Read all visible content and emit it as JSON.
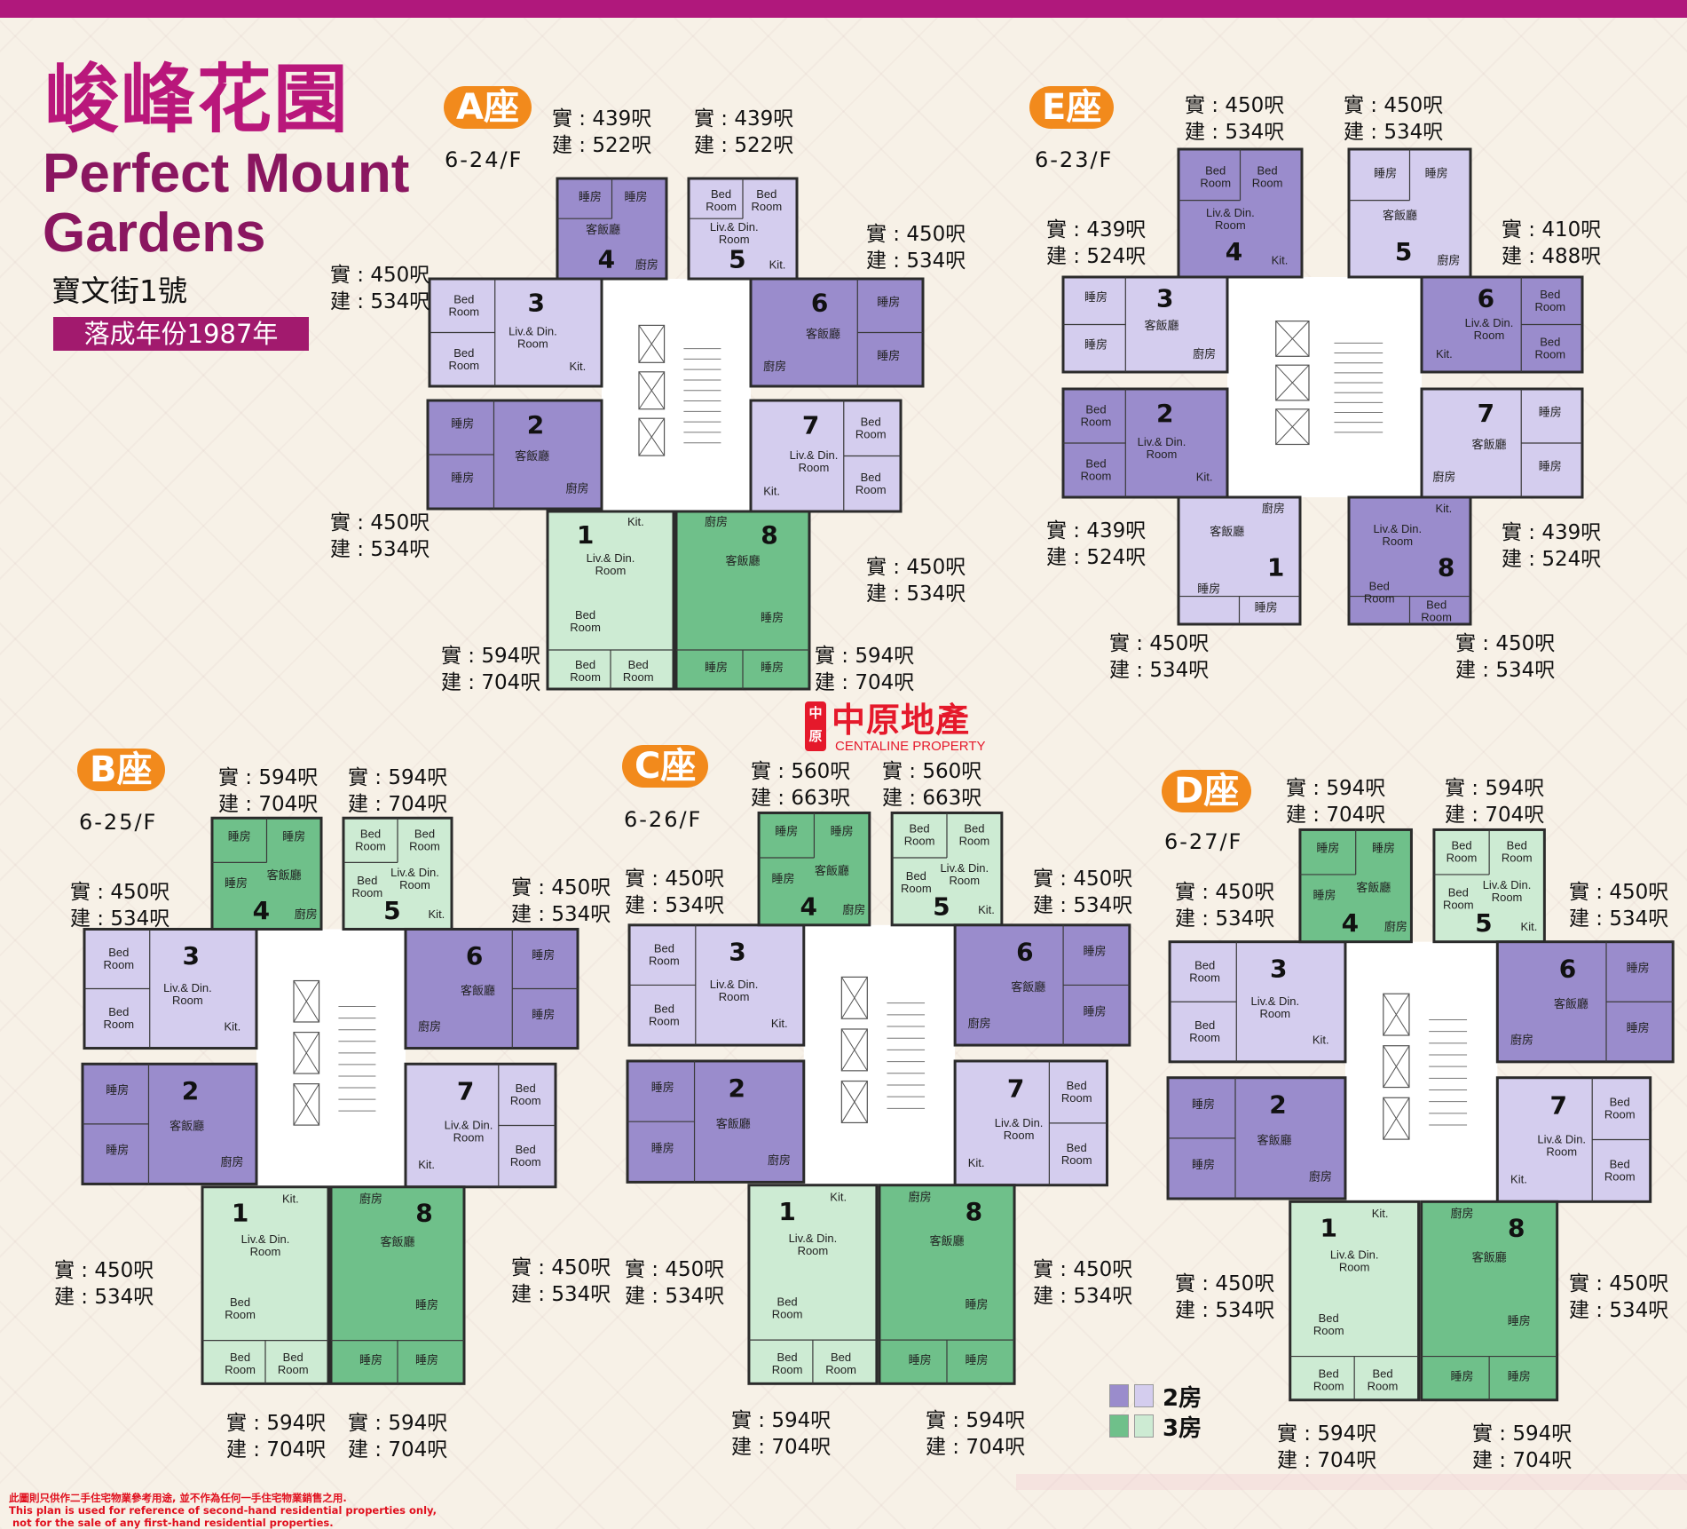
{
  "header": {
    "title_cn": "峻峰花園",
    "title_en_line1": "Perfect Mount",
    "title_en_line2": "Gardens",
    "address": "寶文街1號",
    "completion": "落成年份1987年"
  },
  "colors": {
    "brand": "#b0187c",
    "badge": "#f28a1c",
    "two_bed_dark": "#9a8ccc",
    "two_bed_light": "#d4cdee",
    "three_bed_dark": "#6fc08a",
    "three_bed_light": "#cdebd3",
    "core": "#ffffff"
  },
  "logo": {
    "cn": "中原地產",
    "en": "CENTALINE PROPERTY",
    "mark": "中原"
  },
  "legend": [
    {
      "label": "2房",
      "dark": "#9a8ccc",
      "light": "#d4cdee"
    },
    {
      "label": "3房",
      "dark": "#6fc08a",
      "light": "#cdebd3"
    }
  ],
  "disclaimer": {
    "cn": "此圖則只供作二手住宅物業參考用途, 並不作為任何一手住宅物業銷售之用.",
    "en1": "This plan is used for reference of second-hand residential properties only,",
    "en2": "not for the sale of any first-hand residential properties."
  },
  "blocks": [
    {
      "id": "A",
      "badge": "A座",
      "floors": "6-24/F",
      "layout": "cross",
      "units": [
        {
          "no": "1",
          "type": "3房",
          "shade": "light",
          "rooms": [
            "Liv.& Din. Room",
            "Bed Room",
            "Bed Room",
            "Bed Room",
            "Kit."
          ]
        },
        {
          "no": "2",
          "type": "2房",
          "shade": "dark",
          "rooms": [
            "睡房",
            "睡房",
            "客飯廳",
            "廚房"
          ]
        },
        {
          "no": "3",
          "type": "2房",
          "shade": "light",
          "rooms": [
            "Bed Room",
            "Bed Room",
            "Liv.& Din. Room",
            "Kit."
          ]
        },
        {
          "no": "4",
          "type": "2房",
          "shade": "dark",
          "rooms": [
            "睡房",
            "睡房",
            "客飯廳",
            "廚房"
          ]
        },
        {
          "no": "5",
          "type": "2房",
          "shade": "light",
          "rooms": [
            "Bed Room",
            "Bed Room",
            "Liv.& Din. Room",
            "Kit."
          ]
        },
        {
          "no": "6",
          "type": "2房",
          "shade": "dark",
          "rooms": [
            "睡房",
            "睡房",
            "客飯廳",
            "廚房"
          ]
        },
        {
          "no": "7",
          "type": "2房",
          "shade": "light",
          "rooms": [
            "Bed Room",
            "Bed Room",
            "Liv.& Din. Room",
            "Kit."
          ]
        },
        {
          "no": "8",
          "type": "3房",
          "shade": "dark",
          "rooms": [
            "客飯廳",
            "睡房",
            "睡房",
            "睡房",
            "廚房"
          ]
        }
      ],
      "areas": [
        {
          "saleable": "實 : 594呎",
          "gross": "建 : 704呎"
        },
        {
          "saleable": "實 : 450呎",
          "gross": "建 : 534呎"
        },
        {
          "saleable": "實 : 450呎",
          "gross": "建 : 534呎"
        },
        {
          "saleable": "實 : 439呎",
          "gross": "建 : 522呎"
        },
        {
          "saleable": "實 : 439呎",
          "gross": "建 : 522呎"
        },
        {
          "saleable": "實 : 450呎",
          "gross": "建 : 534呎"
        },
        {
          "saleable": "實 : 450呎",
          "gross": "建 : 534呎"
        },
        {
          "saleable": "實 : 594呎",
          "gross": "建 : 704呎"
        }
      ]
    },
    {
      "id": "E",
      "badge": "E座",
      "floors": "6-23/F",
      "layout": "pinwheel",
      "units": [
        {
          "no": "1",
          "type": "2房",
          "shade": "light",
          "rooms": [
            "客飯廳",
            "睡房",
            "睡房",
            "廚房"
          ]
        },
        {
          "no": "2",
          "type": "2房",
          "shade": "dark",
          "rooms": [
            "Bed Room",
            "Bed Room",
            "Liv.& Din. Room",
            "Kit."
          ]
        },
        {
          "no": "3",
          "type": "2房",
          "shade": "light",
          "rooms": [
            "睡房",
            "睡房",
            "客飯廳",
            "廚房"
          ]
        },
        {
          "no": "4",
          "type": "2房",
          "shade": "dark",
          "rooms": [
            "Bed Room",
            "Bed Room",
            "Liv.& Din. Room",
            "Kit."
          ]
        },
        {
          "no": "5",
          "type": "2房",
          "shade": "light",
          "rooms": [
            "睡房",
            "睡房",
            "客飯廳",
            "廚房"
          ]
        },
        {
          "no": "6",
          "type": "2房",
          "shade": "dark",
          "rooms": [
            "Bed Room",
            "Bed Room",
            "Liv.& Din. Room",
            "Kit."
          ]
        },
        {
          "no": "7",
          "type": "2房",
          "shade": "light",
          "rooms": [
            "睡房",
            "睡房",
            "客飯廳",
            "廚房"
          ]
        },
        {
          "no": "8",
          "type": "2房",
          "shade": "dark",
          "rooms": [
            "Liv.& Din. Room",
            "Bed Room",
            "Bed Room",
            "Kit."
          ]
        }
      ],
      "areas": [
        {
          "saleable": "實 : 450呎",
          "gross": "建 : 534呎"
        },
        {
          "saleable": "實 : 439呎",
          "gross": "建 : 524呎"
        },
        {
          "saleable": "實 : 439呎",
          "gross": "建 : 524呎"
        },
        {
          "saleable": "實 : 450呎",
          "gross": "建 : 534呎"
        },
        {
          "saleable": "實 : 450呎",
          "gross": "建 : 534呎"
        },
        {
          "saleable": "實 : 410呎",
          "gross": "建 : 488呎"
        },
        {
          "saleable": "實 : 439呎",
          "gross": "建 : 524呎"
        },
        {
          "saleable": "實 : 450呎",
          "gross": "建 : 534呎"
        }
      ]
    },
    {
      "id": "B",
      "badge": "B座",
      "floors": "6-25/F",
      "layout": "cross",
      "units": [
        {
          "no": "1",
          "type": "3房",
          "shade": "light",
          "rooms": [
            "Liv.& Din. Room",
            "Bed Room",
            "Bed Room",
            "Bed Room",
            "Kit."
          ]
        },
        {
          "no": "2",
          "type": "2房",
          "shade": "dark",
          "rooms": [
            "睡房",
            "睡房",
            "客飯廳",
            "廚房"
          ]
        },
        {
          "no": "3",
          "type": "2房",
          "shade": "light",
          "rooms": [
            "Bed Room",
            "Bed Room",
            "Liv.& Din. Room",
            "Kit."
          ]
        },
        {
          "no": "4",
          "type": "3房",
          "shade": "dark",
          "rooms": [
            "睡房",
            "睡房",
            "睡房",
            "客飯廳",
            "廚房"
          ]
        },
        {
          "no": "5",
          "type": "3房",
          "shade": "light",
          "rooms": [
            "Bed Room",
            "Bed Room",
            "Bed Room",
            "Liv.& Din. Room",
            "Kit."
          ]
        },
        {
          "no": "6",
          "type": "2房",
          "shade": "dark",
          "rooms": [
            "睡房",
            "睡房",
            "客飯廳",
            "廚房"
          ]
        },
        {
          "no": "7",
          "type": "2房",
          "shade": "light",
          "rooms": [
            "Bed Room",
            "Bed Room",
            "Liv.& Din. Room",
            "Kit."
          ]
        },
        {
          "no": "8",
          "type": "3房",
          "shade": "dark",
          "rooms": [
            "客飯廳",
            "睡房",
            "睡房",
            "睡房",
            "廚房"
          ]
        }
      ],
      "areas": [
        {
          "saleable": "實 : 594呎",
          "gross": "建 : 704呎"
        },
        {
          "saleable": "實 : 450呎",
          "gross": "建 : 534呎"
        },
        {
          "saleable": "實 : 450呎",
          "gross": "建 : 534呎"
        },
        {
          "saleable": "實 : 594呎",
          "gross": "建 : 704呎"
        },
        {
          "saleable": "實 : 594呎",
          "gross": "建 : 704呎"
        },
        {
          "saleable": "實 : 450呎",
          "gross": "建 : 534呎"
        },
        {
          "saleable": "實 : 450呎",
          "gross": "建 : 534呎"
        },
        {
          "saleable": "實 : 594呎",
          "gross": "建 : 704呎"
        }
      ]
    },
    {
      "id": "C",
      "badge": "C座",
      "floors": "6-26/F",
      "layout": "cross",
      "units": [
        {
          "no": "1",
          "type": "3房",
          "shade": "light",
          "rooms": [
            "Liv.& Din. Room",
            "Bed Room",
            "Bed Room",
            "Bed Room",
            "Kit."
          ]
        },
        {
          "no": "2",
          "type": "2房",
          "shade": "dark",
          "rooms": [
            "睡房",
            "睡房",
            "客飯廳",
            "廚房"
          ]
        },
        {
          "no": "3",
          "type": "2房",
          "shade": "light",
          "rooms": [
            "Bed Room",
            "Bed Room",
            "Liv.& Din. Room",
            "Kit."
          ]
        },
        {
          "no": "4",
          "type": "3房",
          "shade": "dark",
          "rooms": [
            "睡房",
            "睡房",
            "睡房",
            "客飯廳",
            "廚房"
          ]
        },
        {
          "no": "5",
          "type": "3房",
          "shade": "light",
          "rooms": [
            "Bed Room",
            "Bed Room",
            "Bed Room",
            "Liv.& Din. Room",
            "Kit."
          ]
        },
        {
          "no": "6",
          "type": "2房",
          "shade": "dark",
          "rooms": [
            "睡房",
            "睡房",
            "客飯廳",
            "廚房"
          ]
        },
        {
          "no": "7",
          "type": "2房",
          "shade": "light",
          "rooms": [
            "Bed Room",
            "Bed Room",
            "Liv.& Din. Room",
            "Kit."
          ]
        },
        {
          "no": "8",
          "type": "3房",
          "shade": "dark",
          "rooms": [
            "客飯廳",
            "睡房",
            "睡房",
            "睡房",
            "廚房"
          ]
        }
      ],
      "areas": [
        {
          "saleable": "實 : 594呎",
          "gross": "建 : 704呎"
        },
        {
          "saleable": "實 : 450呎",
          "gross": "建 : 534呎"
        },
        {
          "saleable": "實 : 450呎",
          "gross": "建 : 534呎"
        },
        {
          "saleable": "實 : 560呎",
          "gross": "建 : 663呎"
        },
        {
          "saleable": "實 : 560呎",
          "gross": "建 : 663呎"
        },
        {
          "saleable": "實 : 450呎",
          "gross": "建 : 534呎"
        },
        {
          "saleable": "實 : 450呎",
          "gross": "建 : 534呎"
        },
        {
          "saleable": "實 : 594呎",
          "gross": "建 : 704呎"
        }
      ]
    },
    {
      "id": "D",
      "badge": "D座",
      "floors": "6-27/F",
      "layout": "cross",
      "units": [
        {
          "no": "1",
          "type": "3房",
          "shade": "light",
          "rooms": [
            "Liv.& Din. Room",
            "Bed Room",
            "Bed Room",
            "Bed Room",
            "Kit."
          ]
        },
        {
          "no": "2",
          "type": "2房",
          "shade": "dark",
          "rooms": [
            "睡房",
            "睡房",
            "客飯廳",
            "廚房"
          ]
        },
        {
          "no": "3",
          "type": "2房",
          "shade": "light",
          "rooms": [
            "Bed Room",
            "Bed Room",
            "Liv.& Din. Room",
            "Kit."
          ]
        },
        {
          "no": "4",
          "type": "3房",
          "shade": "dark",
          "rooms": [
            "睡房",
            "睡房",
            "睡房",
            "客飯廳",
            "廚房"
          ]
        },
        {
          "no": "5",
          "type": "3房",
          "shade": "light",
          "rooms": [
            "Bed Room",
            "Bed Room",
            "Bed Room",
            "Liv.& Din. Room",
            "Kit."
          ]
        },
        {
          "no": "6",
          "type": "2房",
          "shade": "dark",
          "rooms": [
            "睡房",
            "睡房",
            "客飯廳",
            "廚房"
          ]
        },
        {
          "no": "7",
          "type": "2房",
          "shade": "light",
          "rooms": [
            "Bed Room",
            "Bed Room",
            "Liv.& Din. Room",
            "Kit."
          ]
        },
        {
          "no": "8",
          "type": "3房",
          "shade": "dark",
          "rooms": [
            "客飯廳",
            "睡房",
            "睡房",
            "睡房",
            "廚房"
          ]
        }
      ],
      "areas": [
        {
          "saleable": "實 : 594呎",
          "gross": "建 : 704呎"
        },
        {
          "saleable": "實 : 450呎",
          "gross": "建 : 534呎"
        },
        {
          "saleable": "實 : 450呎",
          "gross": "建 : 534呎"
        },
        {
          "saleable": "實 : 594呎",
          "gross": "建 : 704呎"
        },
        {
          "saleable": "實 : 594呎",
          "gross": "建 : 704呎"
        },
        {
          "saleable": "實 : 450呎",
          "gross": "建 : 534呎"
        },
        {
          "saleable": "實 : 450呎",
          "gross": "建 : 534呎"
        },
        {
          "saleable": "實 : 594呎",
          "gross": "建 : 704呎"
        }
      ]
    }
  ]
}
